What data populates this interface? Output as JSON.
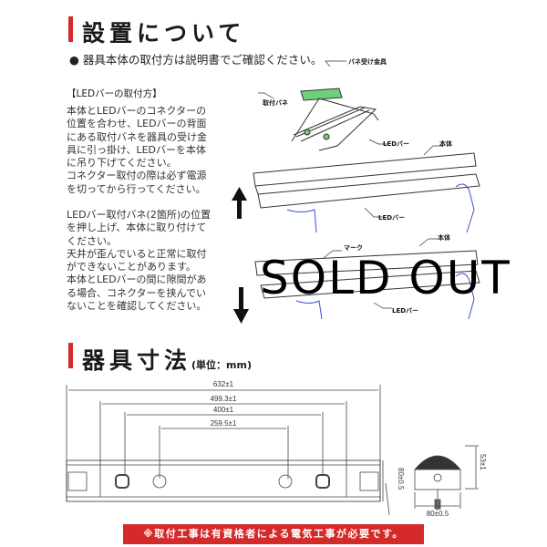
{
  "section1": {
    "title": "設置について",
    "bullet": "● 器具本体の取付方は説明書でご確認ください。"
  },
  "instructions": {
    "heading": "【LEDバーの取付方】",
    "para1": [
      "本体とLEDバーのコネクターの",
      "位置を合わせ、LEDバーの背面",
      "にある取付バネを器具の受け金",
      "具に引っ掛け、LEDバーを本体",
      "に吊り下げてください。",
      "コネクター取付の際は必ず電源",
      "を切ってから行ってください。"
    ],
    "para2": [
      "LEDバー取付バネ(2箇所)の位置",
      "を押し上げ、本体に取り付けて",
      "ください。",
      "天井が歪んでいると正常に取付",
      "ができないことがあります。",
      "本体とLEDバーの間に隙間があ",
      "る場合、コネクターを挟んでい",
      "ないことを確認してください。"
    ]
  },
  "diagram_labels": {
    "spring_bracket": "バネ受け金具",
    "spring": "取付バネ",
    "led_bar": "LEDバー",
    "body": "本体",
    "mark": "マーク"
  },
  "section2": {
    "title": "器具寸法",
    "unit": "(単位：mm)"
  },
  "dimensions": {
    "total": "632±1",
    "d1": "499.3±1",
    "d2": "400±1",
    "d3": "259.5±1",
    "height": "80±0.5",
    "side_width": "80±0.5",
    "side_height": "53±1"
  },
  "banner": "※取付工事は有資格者による電気工事が必要です。",
  "overlay": "SOLD OUT",
  "colors": {
    "accent": "#d42a2a",
    "hand": "#3a4fd0",
    "bracket": "#6fd07a"
  }
}
